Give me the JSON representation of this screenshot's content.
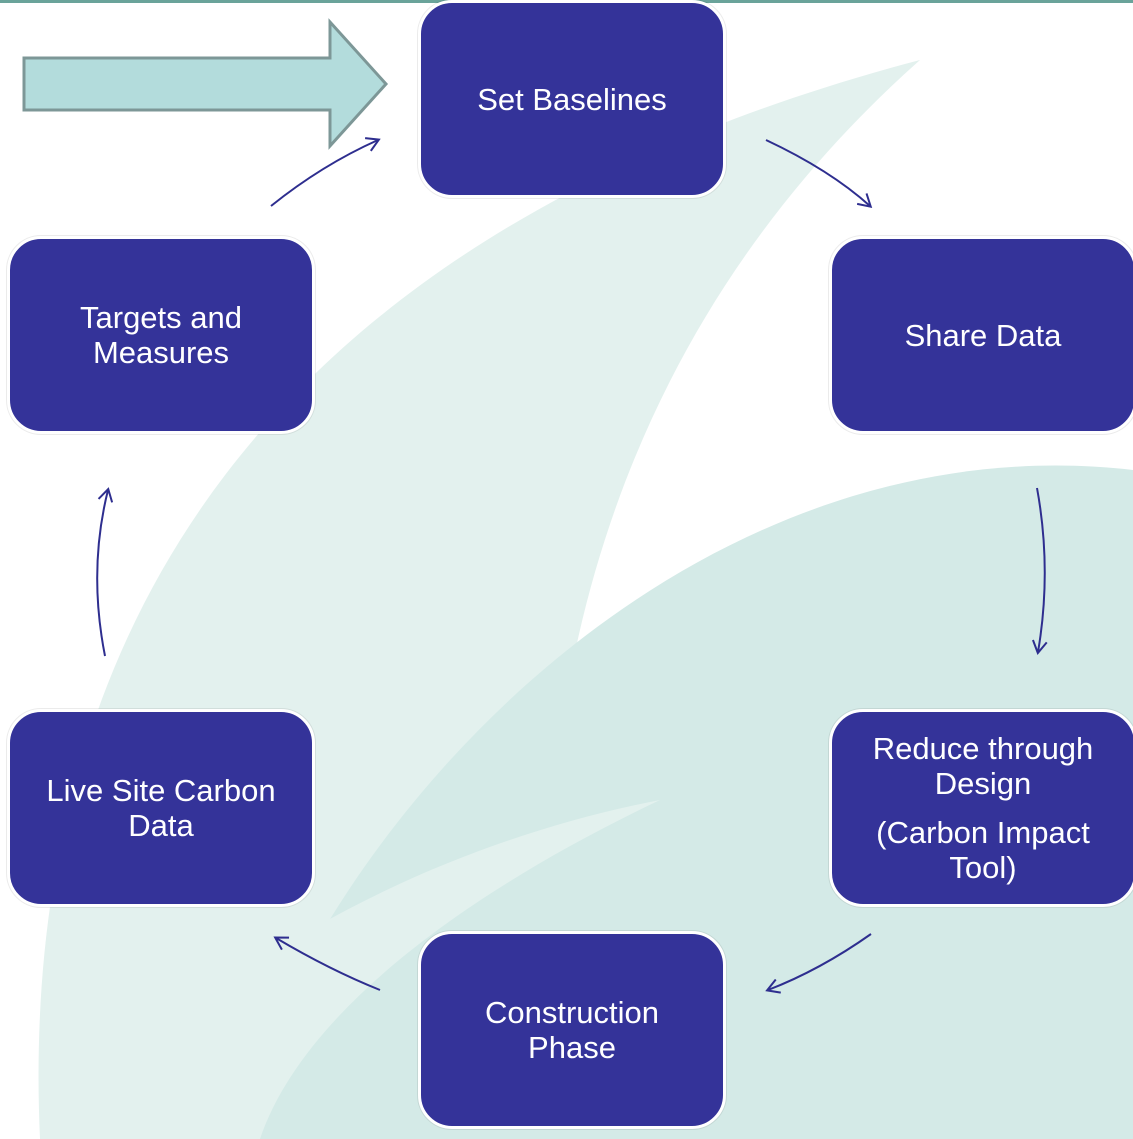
{
  "colors": {
    "node_fill": "#343399",
    "node_border": "#ffffff",
    "node_text": "#ffffff",
    "connector": "#2e2e8f",
    "start_arrow_fill": "#b3dcdc",
    "start_arrow_stroke": "#7d9797",
    "leaf_light": "#e3f1ee",
    "leaf_mid": "#d4eae7",
    "top_rule": "#6aa39a"
  },
  "diagram": {
    "start_marker": "arrow-right-icon",
    "nodes": [
      {
        "id": "set-baselines",
        "lines": [
          "Set Baselines"
        ]
      },
      {
        "id": "share-data",
        "lines": [
          "Share Data"
        ]
      },
      {
        "id": "reduce-design",
        "lines": [
          "Reduce through",
          "Design"
        ],
        "sub_lines": [
          "(Carbon Impact",
          "Tool)"
        ]
      },
      {
        "id": "construction",
        "lines": [
          "Construction",
          "Phase"
        ]
      },
      {
        "id": "live-site",
        "lines": [
          "Live Site Carbon",
          "Data"
        ]
      },
      {
        "id": "targets",
        "lines": [
          "Targets and",
          "Measures"
        ]
      }
    ]
  }
}
